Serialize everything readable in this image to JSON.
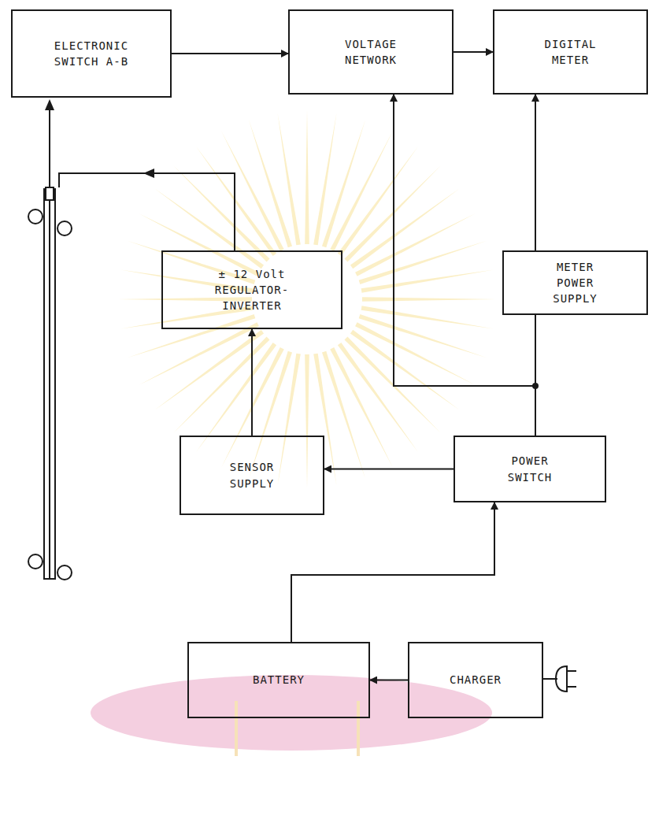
{
  "diagram": {
    "nodes": [
      {
        "text": [
          "ELECTRONIC SWITCH A-B"
        ]
      },
      {
        "text": [
          "VOLTAGE NETWORK"
        ]
      },
      {
        "text": [
          "DIGITAL METER"
        ]
      },
      {
        "text": [
          "± 12 Volt REGULATOR- INVERTER"
        ]
      },
      {
        "text": [
          "METER POWER SUPPLY"
        ]
      },
      {
        "text": [
          "SENSOR SUPPLY"
        ]
      },
      {
        "text": [
          "POWER SWITCH"
        ]
      },
      {
        "text": [
          "BATTERY"
        ]
      },
      {
        "text": [
          "CHARGER"
        ]
      }
    ],
    "edges": [
      {
        "from": 0,
        "to": 1,
        "arrow": "to"
      },
      {
        "from": 1,
        "to": 2,
        "arrow": "to"
      },
      {
        "from": 4,
        "to": 2,
        "arrow": "to"
      },
      {
        "from": 6,
        "to": 1,
        "arrow": "to"
      },
      {
        "from": 6,
        "to": 4,
        "arrow": "none"
      },
      {
        "from": 6,
        "to": 5,
        "arrow": "to"
      },
      {
        "from": 5,
        "to": 3,
        "arrow": "to"
      },
      {
        "from": 7,
        "to": 6,
        "arrow": "to"
      },
      {
        "from": 8,
        "to": 7,
        "arrow": "to"
      }
    ]
  }
}
